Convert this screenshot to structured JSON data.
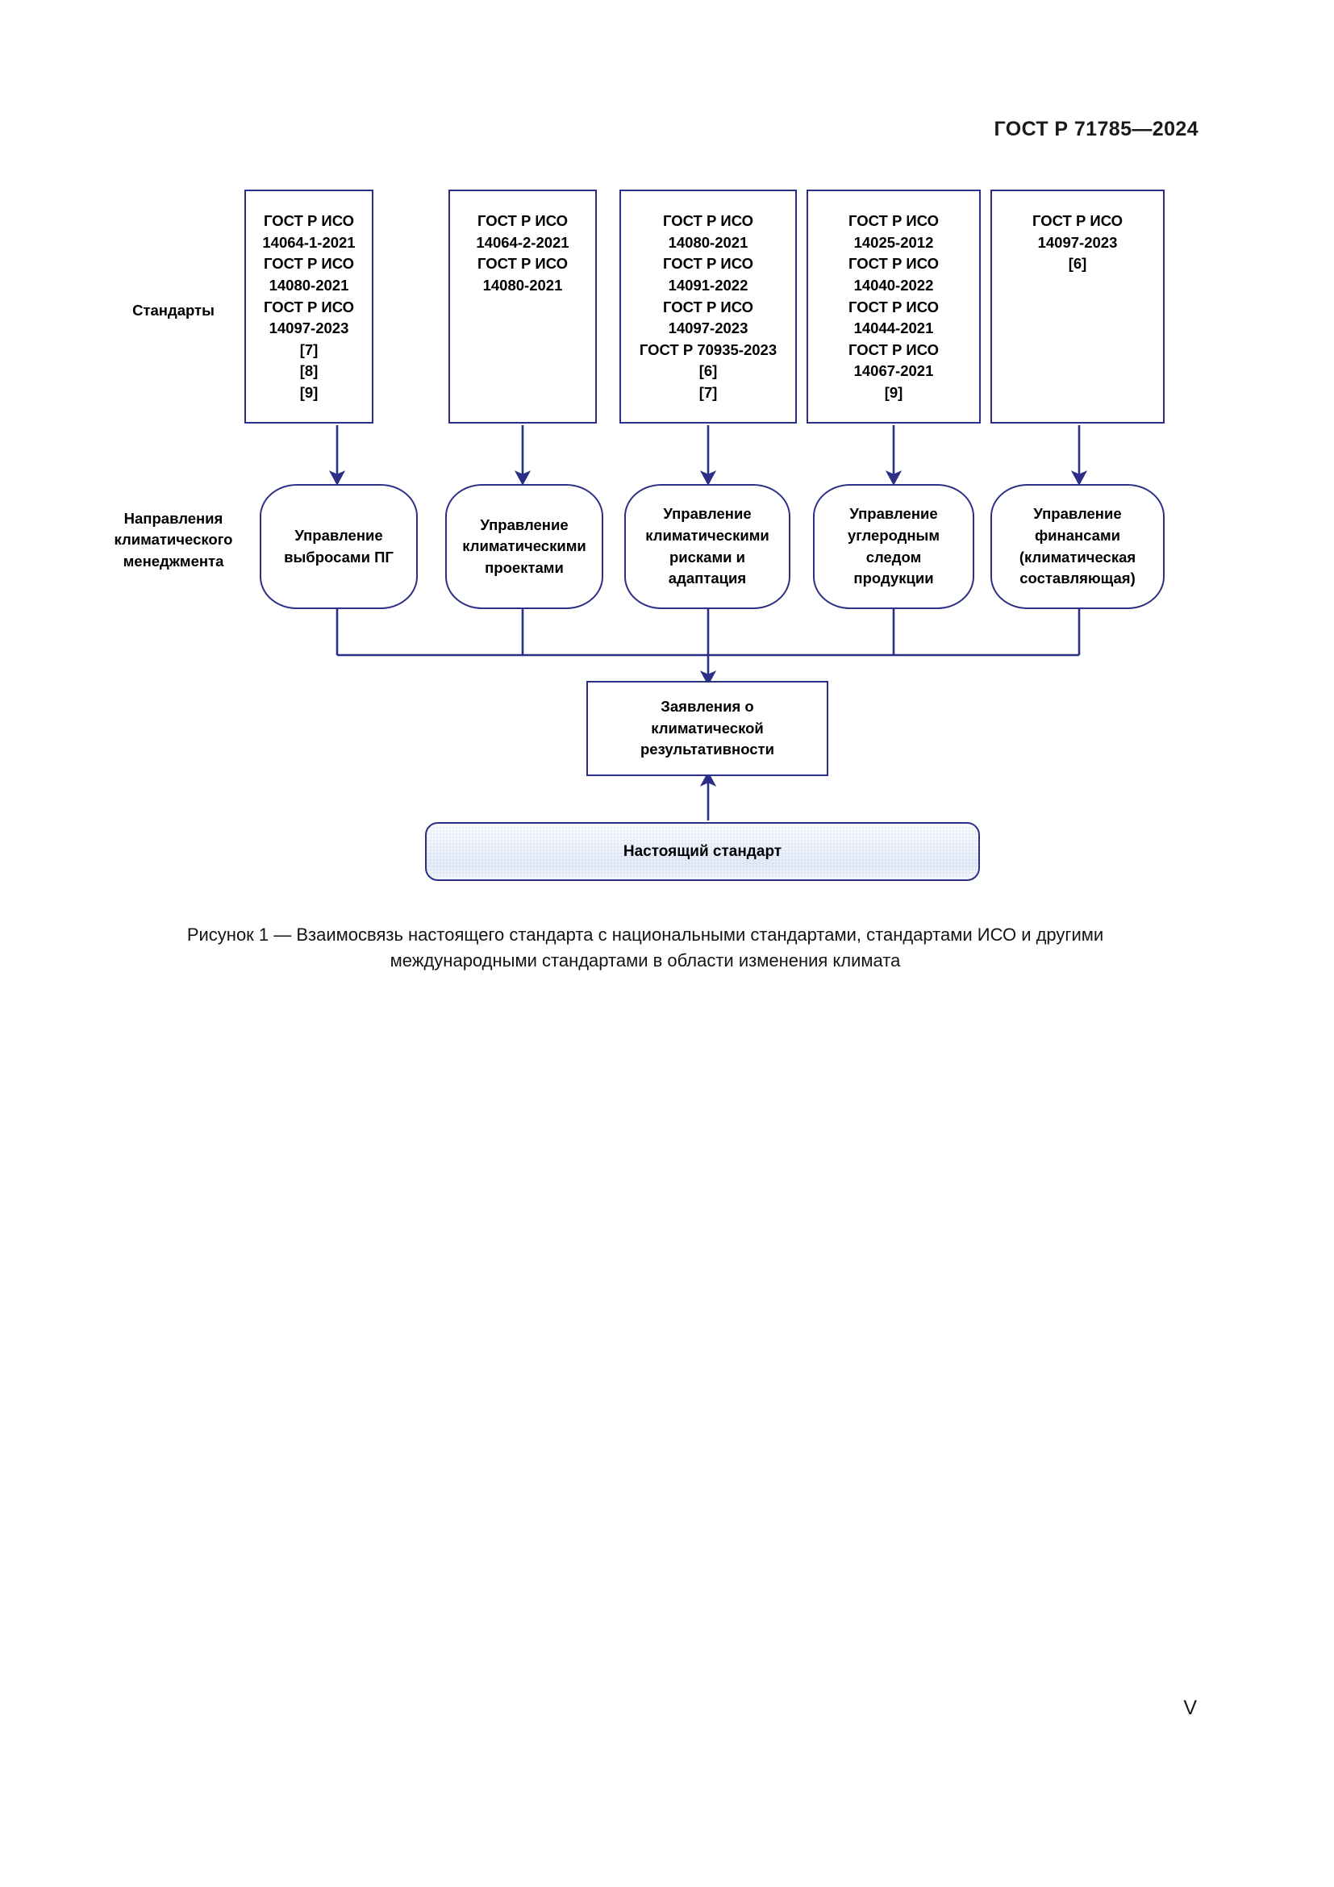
{
  "page": {
    "header": "ГОСТ Р 71785—2024",
    "footer": "V"
  },
  "figure": {
    "row_labels": {
      "standards": "Стандарты",
      "directions": "Направления\nклиматического\nменеджмента"
    },
    "standards_boxes": [
      {
        "text": "ГОСТ Р ИСО\n14064-1-2021\nГОСТ Р ИСО\n14080-2021\nГОСТ Р ИСО\n14097-2023\n[7]\n[8]\n[9]"
      },
      {
        "text": "ГОСТ Р ИСО\n14064-2-2021\nГОСТ Р ИСО\n14080-2021"
      },
      {
        "text": "ГОСТ Р ИСО\n14080-2021\nГОСТ Р ИСО\n14091-2022\nГОСТ Р ИСО\n14097-2023\nГОСТ Р 70935-2023\n[6]\n[7]"
      },
      {
        "text": "ГОСТ Р ИСО\n14025-2012\nГОСТ Р ИСО\n14040-2022\nГОСТ Р ИСО\n14044-2021\nГОСТ Р ИСО\n14067-2021\n[9]"
      },
      {
        "text": "ГОСТ Р ИСО\n14097-2023\n[6]"
      }
    ],
    "direction_boxes": [
      {
        "text": "Управление\nвыбросами ПГ"
      },
      {
        "text": "Управление\nклиматическими\nпроектами"
      },
      {
        "text": "Управление\nклиматическими\nрисками и\nадаптация"
      },
      {
        "text": "Управление\nуглеродным\nследом\nпродукции"
      },
      {
        "text": "Управление\nфинансами\n(климатическая\nсоставляющая)"
      }
    ],
    "claims_box": {
      "text": "Заявления о\nклиматической\nрезультативности"
    },
    "standard_box": {
      "text": "Настоящий стандарт"
    },
    "caption": "Рисунок 1 — Взаимосвязь настоящего стандарта с национальными стандартами, стандартами ИСО\nи другими международными стандартами в области изменения климата",
    "colors": {
      "border": "#2b2f86",
      "connector": "#2b2f86",
      "highlight_fill": "#e3ebf8"
    }
  }
}
